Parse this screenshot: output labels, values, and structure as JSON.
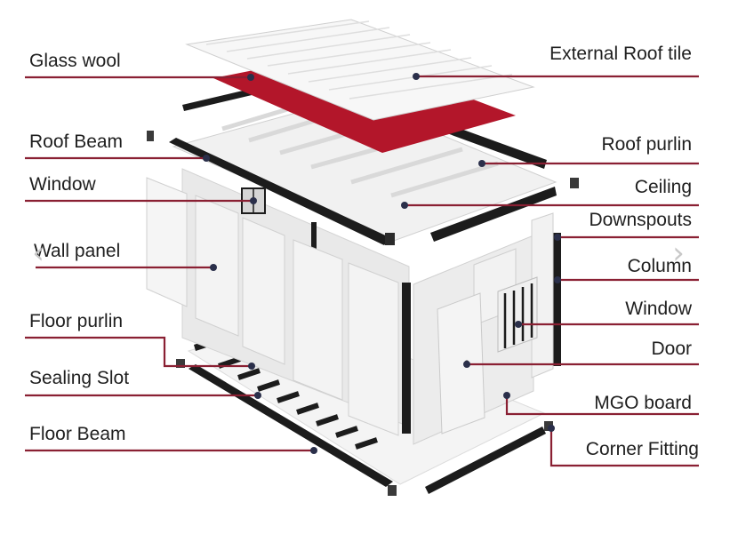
{
  "colors": {
    "leader": "#8a2033",
    "membrane": "#b3162a",
    "frame": "#1c1c1c",
    "panel": "#f2f2f2",
    "panel_edge": "#d2d2d2",
    "roof": "#f6f6f6"
  },
  "labels_left": [
    {
      "id": "glass-wool",
      "text": "Glass wool"
    },
    {
      "id": "roof-beam",
      "text": "Roof Beam"
    },
    {
      "id": "window-left",
      "text": "Window"
    },
    {
      "id": "wall-panel",
      "text": "Wall panel"
    },
    {
      "id": "floor-purlin",
      "text": "Floor purlin"
    },
    {
      "id": "sealing-slot",
      "text": "Sealing Slot"
    },
    {
      "id": "floor-beam",
      "text": "Floor Beam"
    }
  ],
  "labels_right": [
    {
      "id": "external-roof-tile",
      "text": "External Roof tile"
    },
    {
      "id": "roof-purlin",
      "text": "Roof purlin"
    },
    {
      "id": "ceiling",
      "text": "Ceiling"
    },
    {
      "id": "downspouts",
      "text": "Downspouts"
    },
    {
      "id": "column",
      "text": "Column"
    },
    {
      "id": "window-right",
      "text": "Window"
    },
    {
      "id": "door",
      "text": "Door"
    },
    {
      "id": "mgo-board",
      "text": "MGO board"
    },
    {
      "id": "corner-fitting",
      "text": "Corner Fitting"
    }
  ],
  "nav": {
    "prev_icon": "chevron-left-icon",
    "next_icon": "chevron-right-icon",
    "prev": "‹",
    "next": "›"
  }
}
